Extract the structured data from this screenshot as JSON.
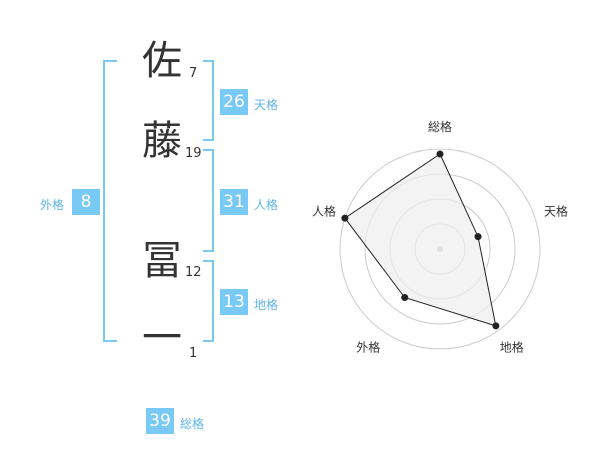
{
  "name": {
    "chars": [
      {
        "char": "佐",
        "strokes": "7"
      },
      {
        "char": "藤",
        "strokes": "19"
      },
      {
        "char": "冨",
        "strokes": "12"
      },
      {
        "char": "一",
        "strokes": "1"
      }
    ]
  },
  "fortunes": {
    "tenkaku": {
      "value": "26",
      "label": "天格"
    },
    "jinkaku": {
      "value": "31",
      "label": "人格"
    },
    "chikaku": {
      "value": "13",
      "label": "地格"
    },
    "gaikaku": {
      "value": "8",
      "label": "外格"
    },
    "soukaku": {
      "value": "39",
      "label": "総格"
    }
  },
  "radar": {
    "axes": [
      {
        "label": "総格",
        "value": 0.95
      },
      {
        "label": "天格",
        "value": 0.4
      },
      {
        "label": "地格",
        "value": 0.95
      },
      {
        "label": "外格",
        "value": 0.6
      },
      {
        "label": "人格",
        "value": 1.0
      }
    ],
    "rings": 4,
    "colors": {
      "fill": "#eeeeee",
      "ring": "#cccccc",
      "line": "#222222",
      "center": "#bbbbbb"
    }
  }
}
